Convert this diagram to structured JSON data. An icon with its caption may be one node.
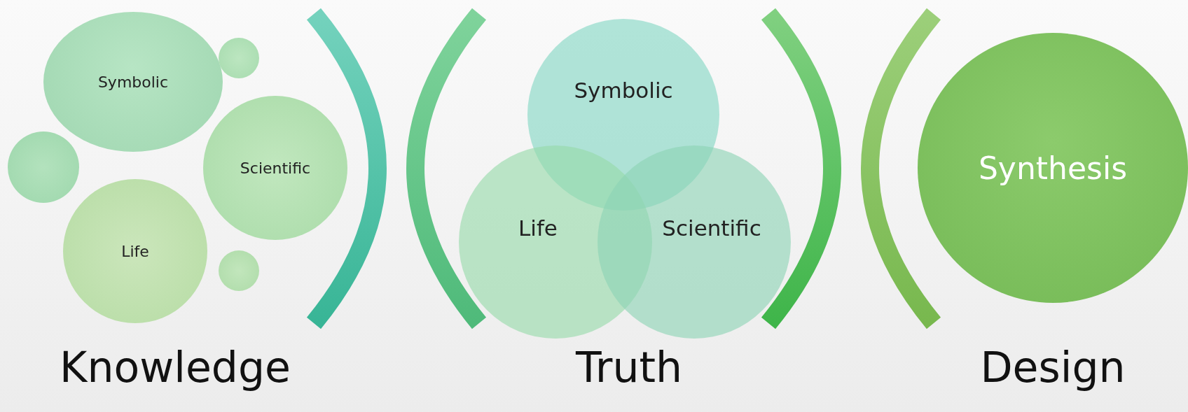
{
  "diagram": {
    "nodes": [
      {
        "text": [
          "Symbolic"
        ]
      },
      {
        "text": [],
        "shape": "circle"
      },
      {
        "text": [],
        "shape": "circle"
      },
      {
        "text": [
          "Scientific"
        ]
      },
      {
        "text": [
          "Life"
        ]
      },
      {
        "text": [],
        "shape": "circle"
      },
      {
        "text": [
          "Symbolic"
        ]
      },
      {
        "text": [
          "Life"
        ]
      },
      {
        "text": [
          "Scientific"
        ]
      },
      {
        "text": [
          "Synthesis"
        ]
      }
    ],
    "labels": [
      "Knowledge",
      "Truth",
      "Design"
    ]
  }
}
